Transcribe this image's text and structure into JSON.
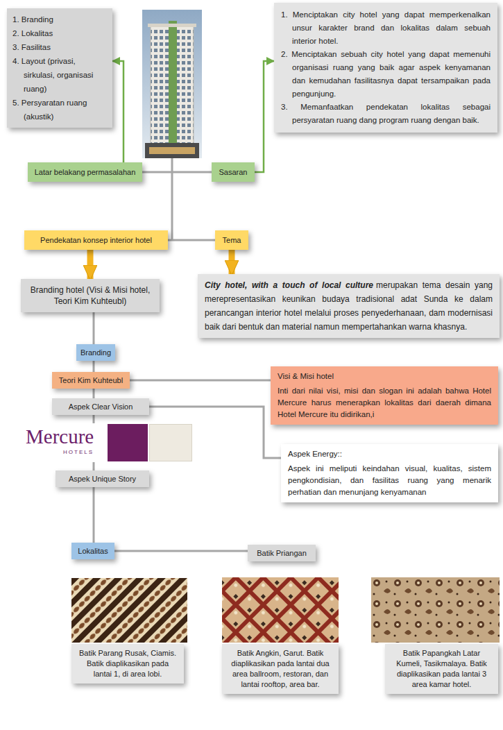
{
  "diagram": {
    "nodes": [
      {
        "text": [
          "1. Branding",
          "2. Lokalitas",
          "3. Fasilitas",
          "4. Layout (privasi, sirkulasi, organisasi ruang)",
          "5. Persyaratan ruang (akustik)"
        ]
      },
      {
        "text": [
          "1. Menciptakan city hotel yang dapat memperkenalkan unsur karakter brand dan lokalitas dalam sebuah interior hotel.",
          "2. Menciptakan sebuah city hotel yang dapat memenuhi organisasi ruang yang baik agar aspek kenyamanan dan kemudahan fasilitasnya dapat tersampaikan pada pengunjung.",
          "3. Memanfaatkan pendekatan lokalitas sebagai persyaratan ruang dang program ruang dengan baik."
        ]
      },
      {
        "text": [
          "Latar belakang permasalahan"
        ]
      },
      {
        "text": [
          "Sasaran"
        ]
      },
      {
        "text": [
          "Pendekatan konsep interior hotel"
        ]
      },
      {
        "text": [
          "Tema"
        ]
      },
      {
        "text": [
          "Branding hotel (Visi & Misi hotel, Teori Kim Kuhteubl)"
        ]
      },
      {
        "text": [
          "City hotel, with a touch of local culture",
          "merupakan tema desain yang merepresentasikan keunikan budaya tradisional adat Sunda ke dalam perancangan interior hotel melalui proses penyederhanaan, dam modernisasi baik dari bentuk dan material namun mempertahankan warna khasnya."
        ]
      },
      {
        "text": [
          "Branding"
        ]
      },
      {
        "text": [
          "Teori Kim Kuhteubl"
        ]
      },
      {
        "text": [
          "Visi & Misi hotel",
          "Inti dari nilai visi, misi dan slogan ini adalah bahwa Hotel Mercure harus menerapkan lokalitas dari daerah dimana Hotel Mercure itu didirikan,i"
        ]
      },
      {
        "text": [
          "Aspek Clear Vision"
        ]
      },
      {
        "text": [
          "Aspek Energy::",
          "Aspek ini meliputi keindahan visual, kualitas, sistem pengkondisian, dan fasilitas ruang yang menarik perhatian dan menunjang kenyamanan"
        ]
      },
      {
        "text": [
          "Aspek Unique Story"
        ]
      },
      {
        "text": [
          "Lokalitas"
        ]
      },
      {
        "text": [
          "Batik Priangan"
        ]
      },
      {
        "text": [
          "Batik Parang Rusak, Ciamis. Batik diaplikasikan pada lantai 1, di area lobi."
        ]
      },
      {
        "text": [
          "Batik Angkin, Garut. Batik diaplikasikan pada lantai dua area ballroom, restoran, dan lantai rooftop, area bar."
        ]
      },
      {
        "text": [
          "Batik Papangkah Latar Kumeli, Tasikmalaya. Batik diaplikasikan pada lantai 3 area kamar hotel."
        ]
      }
    ],
    "edges": [
      {
        "from": 2,
        "to": 0,
        "arrow": "to"
      },
      {
        "from": 3,
        "to": 1,
        "arrow": "to"
      },
      {
        "from": 2,
        "to": 3,
        "arrow": "none"
      },
      {
        "from": 4,
        "to": 5,
        "arrow": "none"
      },
      {
        "from": 4,
        "to": 6,
        "arrow": "to"
      },
      {
        "from": 5,
        "to": 7,
        "arrow": "to"
      },
      {
        "from": 6,
        "to": 8,
        "arrow": "none"
      },
      {
        "from": 8,
        "to": 9,
        "arrow": "none"
      },
      {
        "from": 9,
        "to": 10,
        "arrow": "none"
      },
      {
        "from": 9,
        "to": 11,
        "arrow": "none"
      },
      {
        "from": 11,
        "to": 12,
        "arrow": "none"
      },
      {
        "from": 11,
        "to": 13,
        "arrow": "none"
      },
      {
        "from": 13,
        "to": 14,
        "arrow": "none"
      },
      {
        "from": 14,
        "to": 15,
        "arrow": "none"
      }
    ],
    "labels": [
      "Mercure",
      "HOTELS"
    ]
  }
}
